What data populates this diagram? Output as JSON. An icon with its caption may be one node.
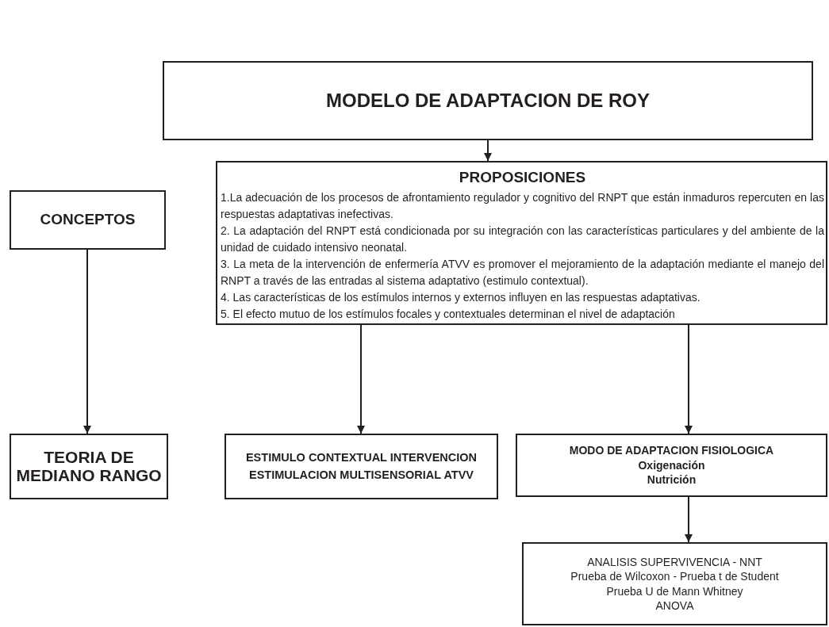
{
  "diagram": {
    "nodes": [
      {
        "text": [
          "MODELO DE ADAPTACION DE ROY"
        ]
      },
      {
        "text": [
          "PROPOSICIONES",
          "1.La adecuación de los procesos de afrontamiento regulador y cognitivo del  RNPT que están inmaduros repercuten en las respuestas adaptativas inefectivas.",
          "2. La adaptación del RNPT está condicionada por su integración con las características particulares y del ambiente de la unidad de cuidado intensivo neonatal.",
          "3. La meta de la intervención de enfermería ATVV es promover el mejoramiento de la adaptación mediante el manejo del  RNPT a través de las entradas al sistema adaptativo (estimulo contextual).",
          "4. Las características de los estímulos internos y externos influyen en las respuestas adaptativas.",
          "5. El efecto mutuo de los estímulos focales y contextuales determinan el nivel de adaptación"
        ]
      },
      {
        "text": [
          "CONCEPTOS"
        ]
      },
      {
        "text": [
          "TEORIA DE MEDIANO RANGO"
        ]
      },
      {
        "text": [
          "ESTIMULO CONTEXTUAL INTERVENCION ESTIMULACION MULTISENSORIAL ATVV"
        ]
      },
      {
        "text": [
          "MODO DE ADAPTACION FISIOLOGICA",
          "Oxigenación",
          "Nutrición"
        ]
      },
      {
        "text": [
          "ANALISIS SUPERVIVENCIA - NNT",
          "Prueba de Wilcoxon - Prueba t de Student",
          "Prueba U de Mann Whitney",
          "ANOVA"
        ]
      }
    ],
    "edges": [
      {
        "from": 0,
        "to": 1,
        "arrow": "to"
      },
      {
        "from": 2,
        "to": 3,
        "arrow": "to"
      },
      {
        "from": 1,
        "to": 4,
        "arrow": "to"
      },
      {
        "from": 1,
        "to": 5,
        "arrow": "to"
      },
      {
        "from": 5,
        "to": 6,
        "arrow": "to"
      }
    ]
  }
}
